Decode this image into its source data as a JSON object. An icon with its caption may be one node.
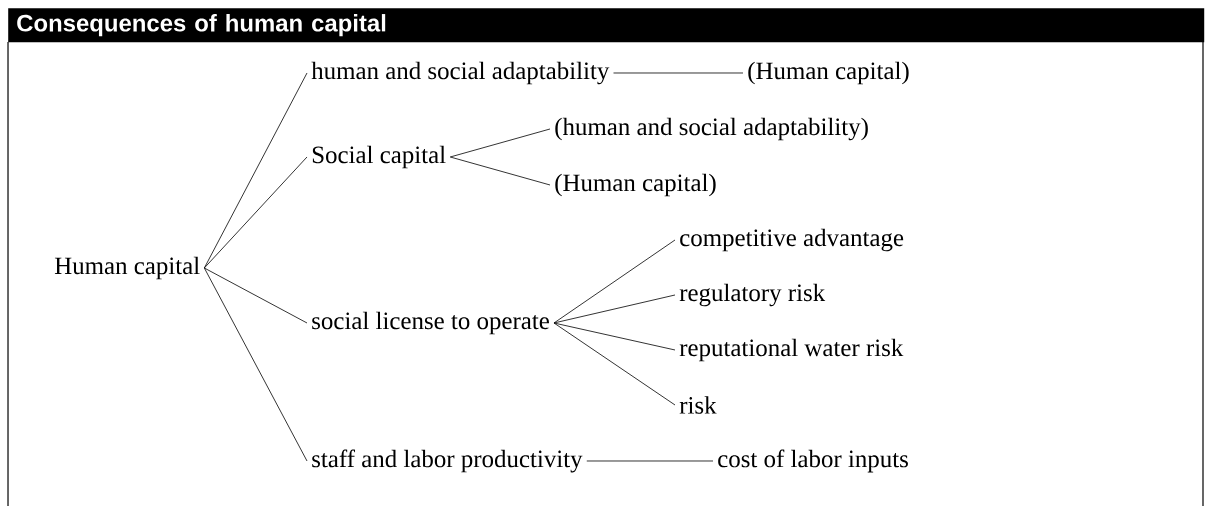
{
  "diagram": {
    "title": "Consequences of human capital",
    "nodes": [
      {
        "text": [
          "Human capital"
        ]
      },
      {
        "text": [
          "human and social adaptability"
        ]
      },
      {
        "text": [
          "(Human capital)"
        ]
      },
      {
        "text": [
          "Social capital"
        ]
      },
      {
        "text": [
          "(human and social adaptability)"
        ]
      },
      {
        "text": [
          "(Human capital)"
        ]
      },
      {
        "text": [
          "social license to operate"
        ]
      },
      {
        "text": [
          "competitive advantage"
        ]
      },
      {
        "text": [
          "regulatory risk"
        ]
      },
      {
        "text": [
          "reputational water risk"
        ]
      },
      {
        "text": [
          "risk"
        ]
      },
      {
        "text": [
          "staff and labor productivity"
        ]
      },
      {
        "text": [
          "cost of labor inputs"
        ]
      }
    ],
    "edges": [
      {
        "from": 0,
        "to": 1,
        "arrow": "none"
      },
      {
        "from": 1,
        "to": 2,
        "arrow": "none"
      },
      {
        "from": 0,
        "to": 3,
        "arrow": "none"
      },
      {
        "from": 3,
        "to": 4,
        "arrow": "none"
      },
      {
        "from": 3,
        "to": 5,
        "arrow": "none"
      },
      {
        "from": 0,
        "to": 6,
        "arrow": "none"
      },
      {
        "from": 6,
        "to": 7,
        "arrow": "none"
      },
      {
        "from": 6,
        "to": 8,
        "arrow": "none"
      },
      {
        "from": 6,
        "to": 9,
        "arrow": "none"
      },
      {
        "from": 6,
        "to": 10,
        "arrow": "none"
      },
      {
        "from": 0,
        "to": 11,
        "arrow": "none"
      },
      {
        "from": 11,
        "to": 12,
        "arrow": "none"
      }
    ]
  }
}
